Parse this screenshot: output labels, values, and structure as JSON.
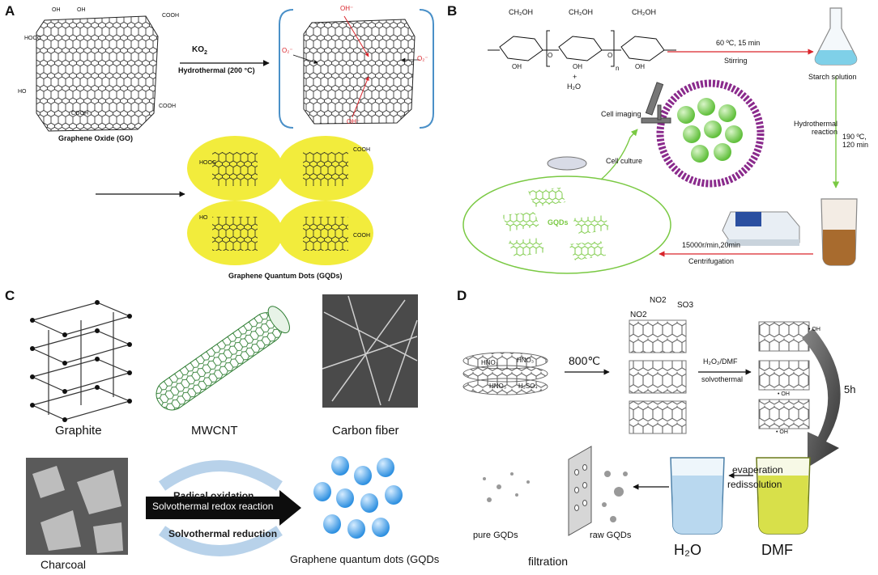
{
  "panels": {
    "a": {
      "label": "A",
      "reagent": "KO",
      "reagent_sub": "2",
      "condition": "Hydrothermal (200 °C)",
      "graphene_oxide": "Graphene Oxide (GO)",
      "gqds": "Graphene Quantum Dots (GQDs)",
      "groups": {
        "oh": "OH",
        "ho": "HO",
        "cooh": "COOH",
        "hooc": "HOOC",
        "o2": "O₂⁻",
        "ohminus": "OH⁻"
      }
    },
    "b": {
      "label": "B",
      "ch2oh": "CH₂OH",
      "oh": "OH",
      "o": "O",
      "n": "n",
      "plus_water_line1": "+",
      "plus_water_line2": "H₂O",
      "step1_top": "60 ºC, 15 min",
      "step1_bottom": "Stirring",
      "starch": "Starch solution",
      "hydro_line1": "Hydrothermal",
      "hydro_line2": "reaction",
      "temp_line1": "190 ºC,",
      "temp_line2": "120 min",
      "centrifuge_top": "15000r/min,20min",
      "centrifuge_bottom": "Centrifugation",
      "gqds": "GQDs",
      "cell_culture": "Cell culture",
      "cell_imaging": "Cell imaging"
    },
    "c": {
      "label": "C",
      "graphite": "Graphite",
      "mwcnt": "MWCNT",
      "carbon_fiber": "Carbon fiber",
      "charcoal": "Charcoal",
      "radical": "Radical oxidation",
      "redox": "Solvothermal redox reaction",
      "reduction": "Solvothermal reduction",
      "gqds": "Graphene quantum dots (GQDs)"
    },
    "d": {
      "label": "D",
      "temp": "800℃",
      "no2_a": "NO2",
      "no2_b": "NO2",
      "so3": "SO3",
      "hno3_a": "HNO₃",
      "hno3_b": "HNO₃",
      "hno3_c": "HNO₃",
      "h2so4": "H₂SO₄",
      "reagent": "H₂O₂/DMF",
      "solvothermal": "solvothermal",
      "oh": "• OH",
      "time": "5h",
      "evaporation": "evaperation",
      "redissolution": "redissolution",
      "pure": "pure GQDs",
      "raw": "raw GQDs",
      "h2o": "H₂O",
      "dmf": "DMF",
      "filtration": "filtration"
    }
  },
  "colors": {
    "yellow": "#f2ec3c",
    "green": "#7ac943",
    "red_arrow": "#d9242b",
    "purple": "#8a2a8c",
    "blue_dot": "#2c8fe0",
    "beaker_blue": "#b9d8ef",
    "beaker_yellow": "#d8e04a",
    "bracket": "#4a90c8"
  }
}
